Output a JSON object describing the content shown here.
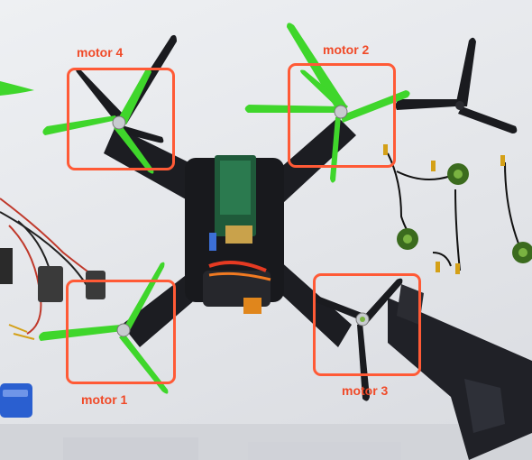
{
  "labels": {
    "motor1": "motor 1",
    "motor2": "motor 2",
    "motor3": "motor 3",
    "motor4": "motor 4"
  },
  "colors": {
    "highlight": "#ff5a36",
    "label_text": "#f04a28",
    "propeller_green": "#3fd62b",
    "propeller_black": "#1a1b1f",
    "frame_black": "#1c1d22",
    "motor_green": "#3b6b1e",
    "background": "#e6e8ec"
  }
}
